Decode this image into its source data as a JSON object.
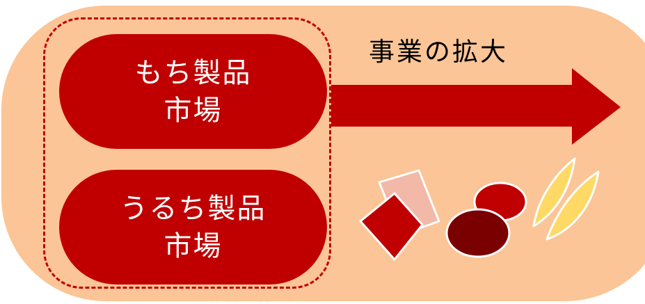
{
  "markets": [
    {
      "line1": "もち製品",
      "line2": "市場"
    },
    {
      "line1": "うるち製品",
      "line2": "市場"
    }
  ],
  "arrow": {
    "label": "事業の拡大"
  },
  "colors": {
    "background": "#fbc597",
    "accent": "#c00000",
    "dark_accent": "#7a0000",
    "pink": "#f2b8a8",
    "yellow": "#ffd966",
    "text_light": "#ffffff",
    "text_dark": "#000000"
  },
  "products_icons": [
    "rice-cracker-bag-icon",
    "rice-cake-icon",
    "sliced-cracker-icon"
  ]
}
